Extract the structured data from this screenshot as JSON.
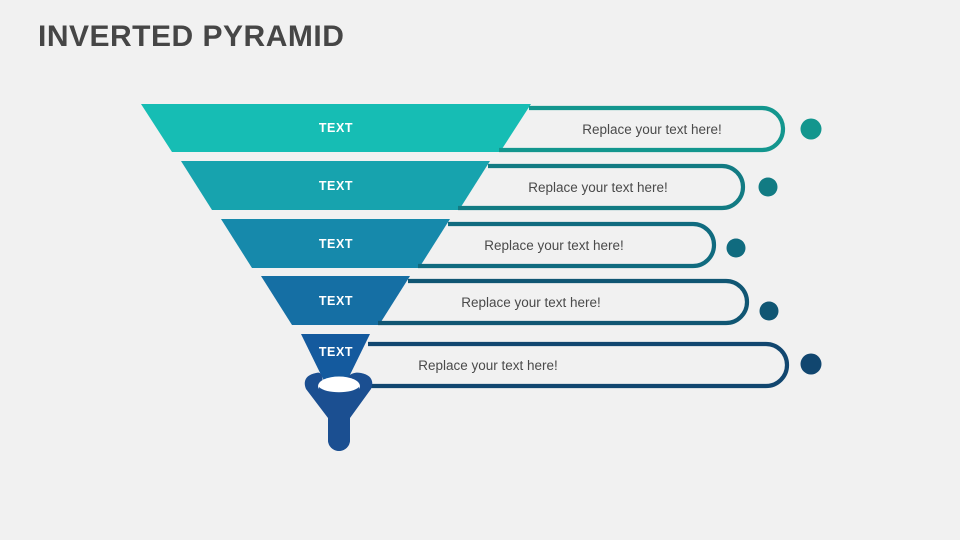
{
  "slide": {
    "background_color": "#f1f1f1",
    "title": "INVERTED PYRAMID",
    "title_color": "#464646"
  },
  "diagram": {
    "type": "inverted-pyramid-funnel",
    "level_count": 5,
    "funnel_stem_color": "#1b4f91",
    "funnel_stem_opening_color": "#ffffff",
    "levels": [
      {
        "index": 1,
        "funnel_label": "TEXT",
        "funnel_color": "#16bdb4",
        "pill_text": "Replace your text here!",
        "pill_color": "#13968e",
        "dot_color": "#13968e"
      },
      {
        "index": 2,
        "funnel_label": "TEXT",
        "funnel_color": "#17a3ae",
        "pill_text": "Replace your text here!",
        "pill_color": "#127b83",
        "dot_color": "#127b83"
      },
      {
        "index": 3,
        "funnel_label": "TEXT",
        "funnel_color": "#1689ab",
        "pill_text": "Replace your text here!",
        "pill_color": "#106b7f",
        "dot_color": "#106b7f"
      },
      {
        "index": 4,
        "funnel_label": "TEXT",
        "funnel_color": "#156fa4",
        "pill_text": "Replace your text here!",
        "pill_color": "#105673",
        "dot_color": "#105673"
      },
      {
        "index": 5,
        "funnel_label": "TEXT",
        "funnel_color": "#145a9e",
        "pill_text": "Replace your text here!",
        "pill_color": "#11466f",
        "dot_color": "#11466f"
      }
    ]
  }
}
